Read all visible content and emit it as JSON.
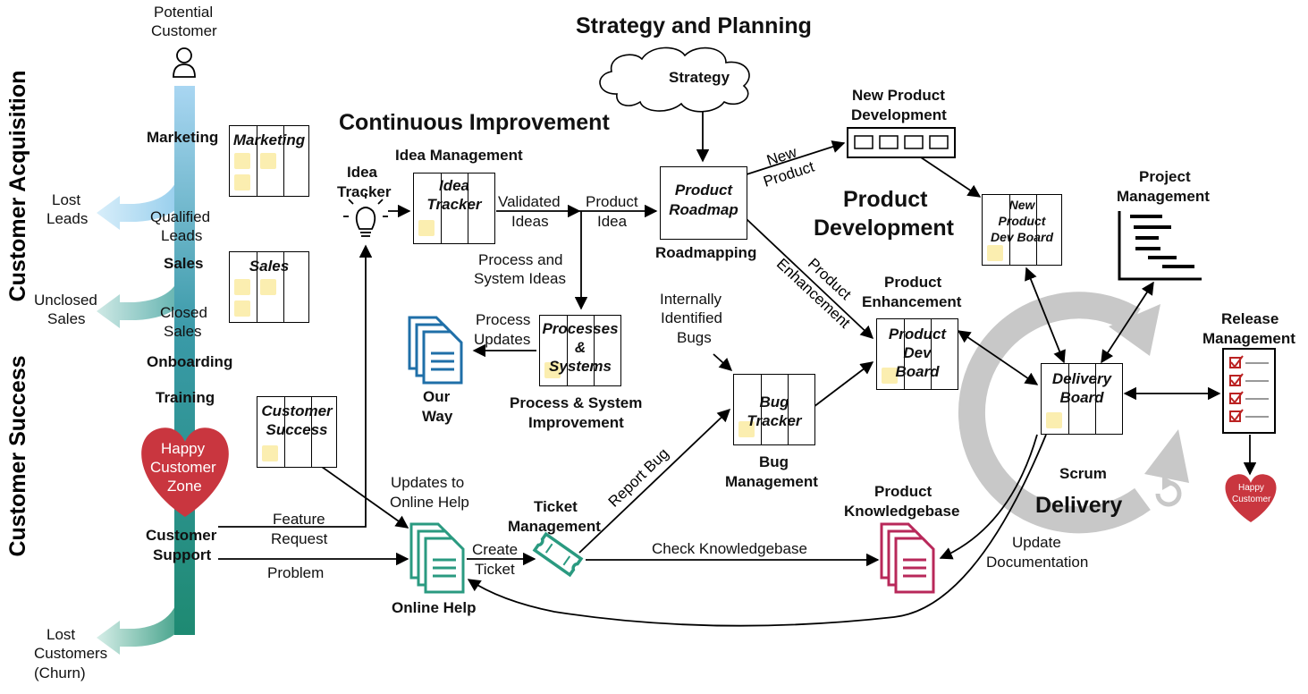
{
  "titles": {
    "strategy_planning": "Strategy and Planning",
    "continuous_improvement": "Continuous Improvement",
    "product_development": [
      "Product",
      "Development"
    ],
    "delivery": "Delivery",
    "customer_acquisition": "Customer Acquisition",
    "customer_success": "Customer Success"
  },
  "funnel": {
    "potential_customer": [
      "Potential",
      "Customer"
    ],
    "marketing": "Marketing",
    "qualified_leads": [
      "Qualified",
      "Leads"
    ],
    "sales": "Sales",
    "closed_sales": [
      "Closed",
      "Sales"
    ],
    "onboarding": "Onboarding",
    "training": "Training",
    "happy_zone": [
      "Happy",
      "Customer",
      "Zone"
    ],
    "customer_support": [
      "Customer",
      "Support"
    ],
    "lost_leads": [
      "Lost",
      "Leads"
    ],
    "unclosed_sales": [
      "Unclosed",
      "Sales"
    ],
    "lost_customers": [
      "Lost",
      "Customers",
      "(Churn)"
    ]
  },
  "boards": {
    "marketing": "Marketing",
    "sales": "Sales",
    "customer_success": [
      "Customer",
      "Success"
    ],
    "idea_tracker": [
      "Idea",
      "Tracker"
    ],
    "processes_systems": [
      "Processes",
      "&",
      "Systems"
    ],
    "bug_tracker": [
      "Bug",
      "Tracker"
    ],
    "product_roadmap": [
      "Product",
      "Roadmap"
    ],
    "product_dev_board": [
      "Product",
      "Dev",
      "Board"
    ],
    "new_product_dev_board": [
      "New",
      "Product",
      "Dev Board"
    ],
    "delivery_board": [
      "Delivery",
      "Board"
    ]
  },
  "labels": {
    "idea_tracker": [
      "Idea",
      "Tracker"
    ],
    "idea_management": "Idea Management",
    "validated_ideas": [
      "Validated",
      "Ideas"
    ],
    "product_idea": [
      "Product",
      "Idea"
    ],
    "process_system_ideas": [
      "Process and",
      "System Ideas"
    ],
    "process_updates": [
      "Process",
      "Updates"
    ],
    "our_way": [
      "Our",
      "Way"
    ],
    "process_system_improvement": [
      "Process & System",
      "Improvement"
    ],
    "strategy": "Strategy",
    "roadmapping": "Roadmapping",
    "new_product_development": [
      "New Product",
      "Development"
    ],
    "new_product_arrow": [
      "New",
      "Product"
    ],
    "product_enhancement_arrow": [
      "Product",
      "Enhancement"
    ],
    "product_enhancement": [
      "Product",
      "Enhancement"
    ],
    "internally_identified_bugs": [
      "Internally",
      "Identified",
      "Bugs"
    ],
    "bug_management": [
      "Bug",
      "Management"
    ],
    "project_management": [
      "Project",
      "Management"
    ],
    "release_management": [
      "Release",
      "Management"
    ],
    "happy_customer": [
      "Happy",
      "Customer"
    ],
    "scrum": "Scrum",
    "updates_online_help": [
      "Updates to",
      "Online Help"
    ],
    "feature_request": [
      "Feature",
      "Request"
    ],
    "problem": "Problem",
    "online_help": "Online Help",
    "create_ticket": [
      "Create",
      "Ticket"
    ],
    "ticket_management": [
      "Ticket",
      "Management"
    ],
    "report_bug": "Report Bug",
    "check_knowledgebase": "Check Knowledgebase",
    "product_knowledgebase": [
      "Product",
      "Knowledgebase"
    ],
    "update_documentation": [
      "Update",
      "Documentation"
    ]
  },
  "colors": {
    "funnel_top": "#a9d6f2",
    "funnel_bottom": "#1e8a72",
    "heart": "#c9363f",
    "our_way_docs": "#1f6fa8",
    "online_help_docs": "#2a9a80",
    "ticket": "#2a9a80",
    "knowledgebase_docs": "#b8285a",
    "scrum_cycle": "#c8c8c8",
    "sticky_note": "#fbeeb0"
  },
  "icons": [
    "person-icon",
    "lightbulb-icon",
    "cloud-icon",
    "gantt-chart-icon",
    "checklist-icon",
    "document-stack-icon",
    "ticket-icon",
    "heart-icon",
    "scrum-cycle-icon"
  ]
}
